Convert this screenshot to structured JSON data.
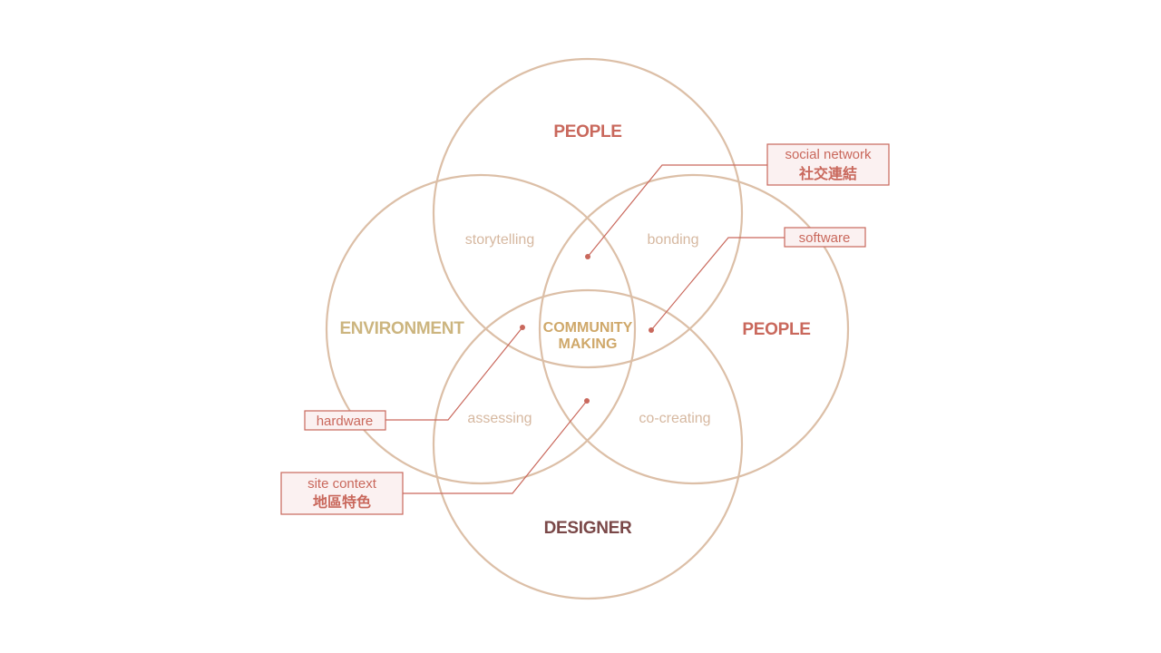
{
  "colors": {
    "circle_stroke": "#dcbfa7",
    "people": "#c9685c",
    "environment": "#ccb57f",
    "designer": "#7a4848",
    "center": "#cfa86a",
    "overlap_text": "#d6b8a0",
    "callout": "#c9685c",
    "callout_fill": "#fbf1f1"
  },
  "circles": {
    "top": {
      "title": "PEOPLE"
    },
    "right": {
      "title": "PEOPLE"
    },
    "left": {
      "title": "ENVIRONMENT"
    },
    "bottom": {
      "title": "DESIGNER"
    }
  },
  "overlaps": {
    "top_left": "storytelling",
    "top_right": "bonding",
    "bottom_left": "assessing",
    "bottom_right": "co-creating"
  },
  "center": {
    "line1": "COMMUNITY",
    "line2": "MAKING"
  },
  "callouts": {
    "social": {
      "en": "social network",
      "zh": "社交連結"
    },
    "software": {
      "en": "software"
    },
    "hardware": {
      "en": "hardware"
    },
    "site": {
      "en": "site context",
      "zh": "地區特色"
    }
  }
}
